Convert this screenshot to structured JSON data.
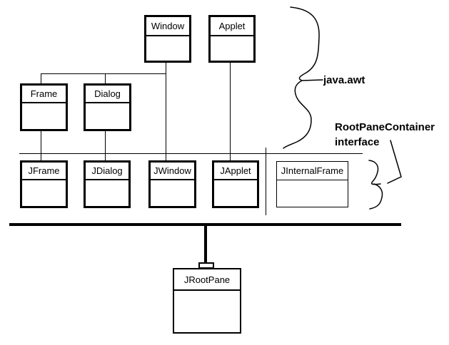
{
  "colors": {
    "stroke": "#000000",
    "background": "#ffffff"
  },
  "diagram": {
    "classes": [
      {
        "name": "Window"
      },
      {
        "name": "Applet"
      },
      {
        "name": "Frame"
      },
      {
        "name": "Dialog"
      },
      {
        "name": "JFrame"
      },
      {
        "name": "JDialog"
      },
      {
        "name": "JWindow"
      },
      {
        "name": "JApplet"
      },
      {
        "name": "JInternalFrame"
      },
      {
        "name": "JRootPane"
      }
    ],
    "annotations": {
      "package_label": "java.awt",
      "interface_label_line1": "RootPaneContainer",
      "interface_label_line2": "interface"
    }
  }
}
